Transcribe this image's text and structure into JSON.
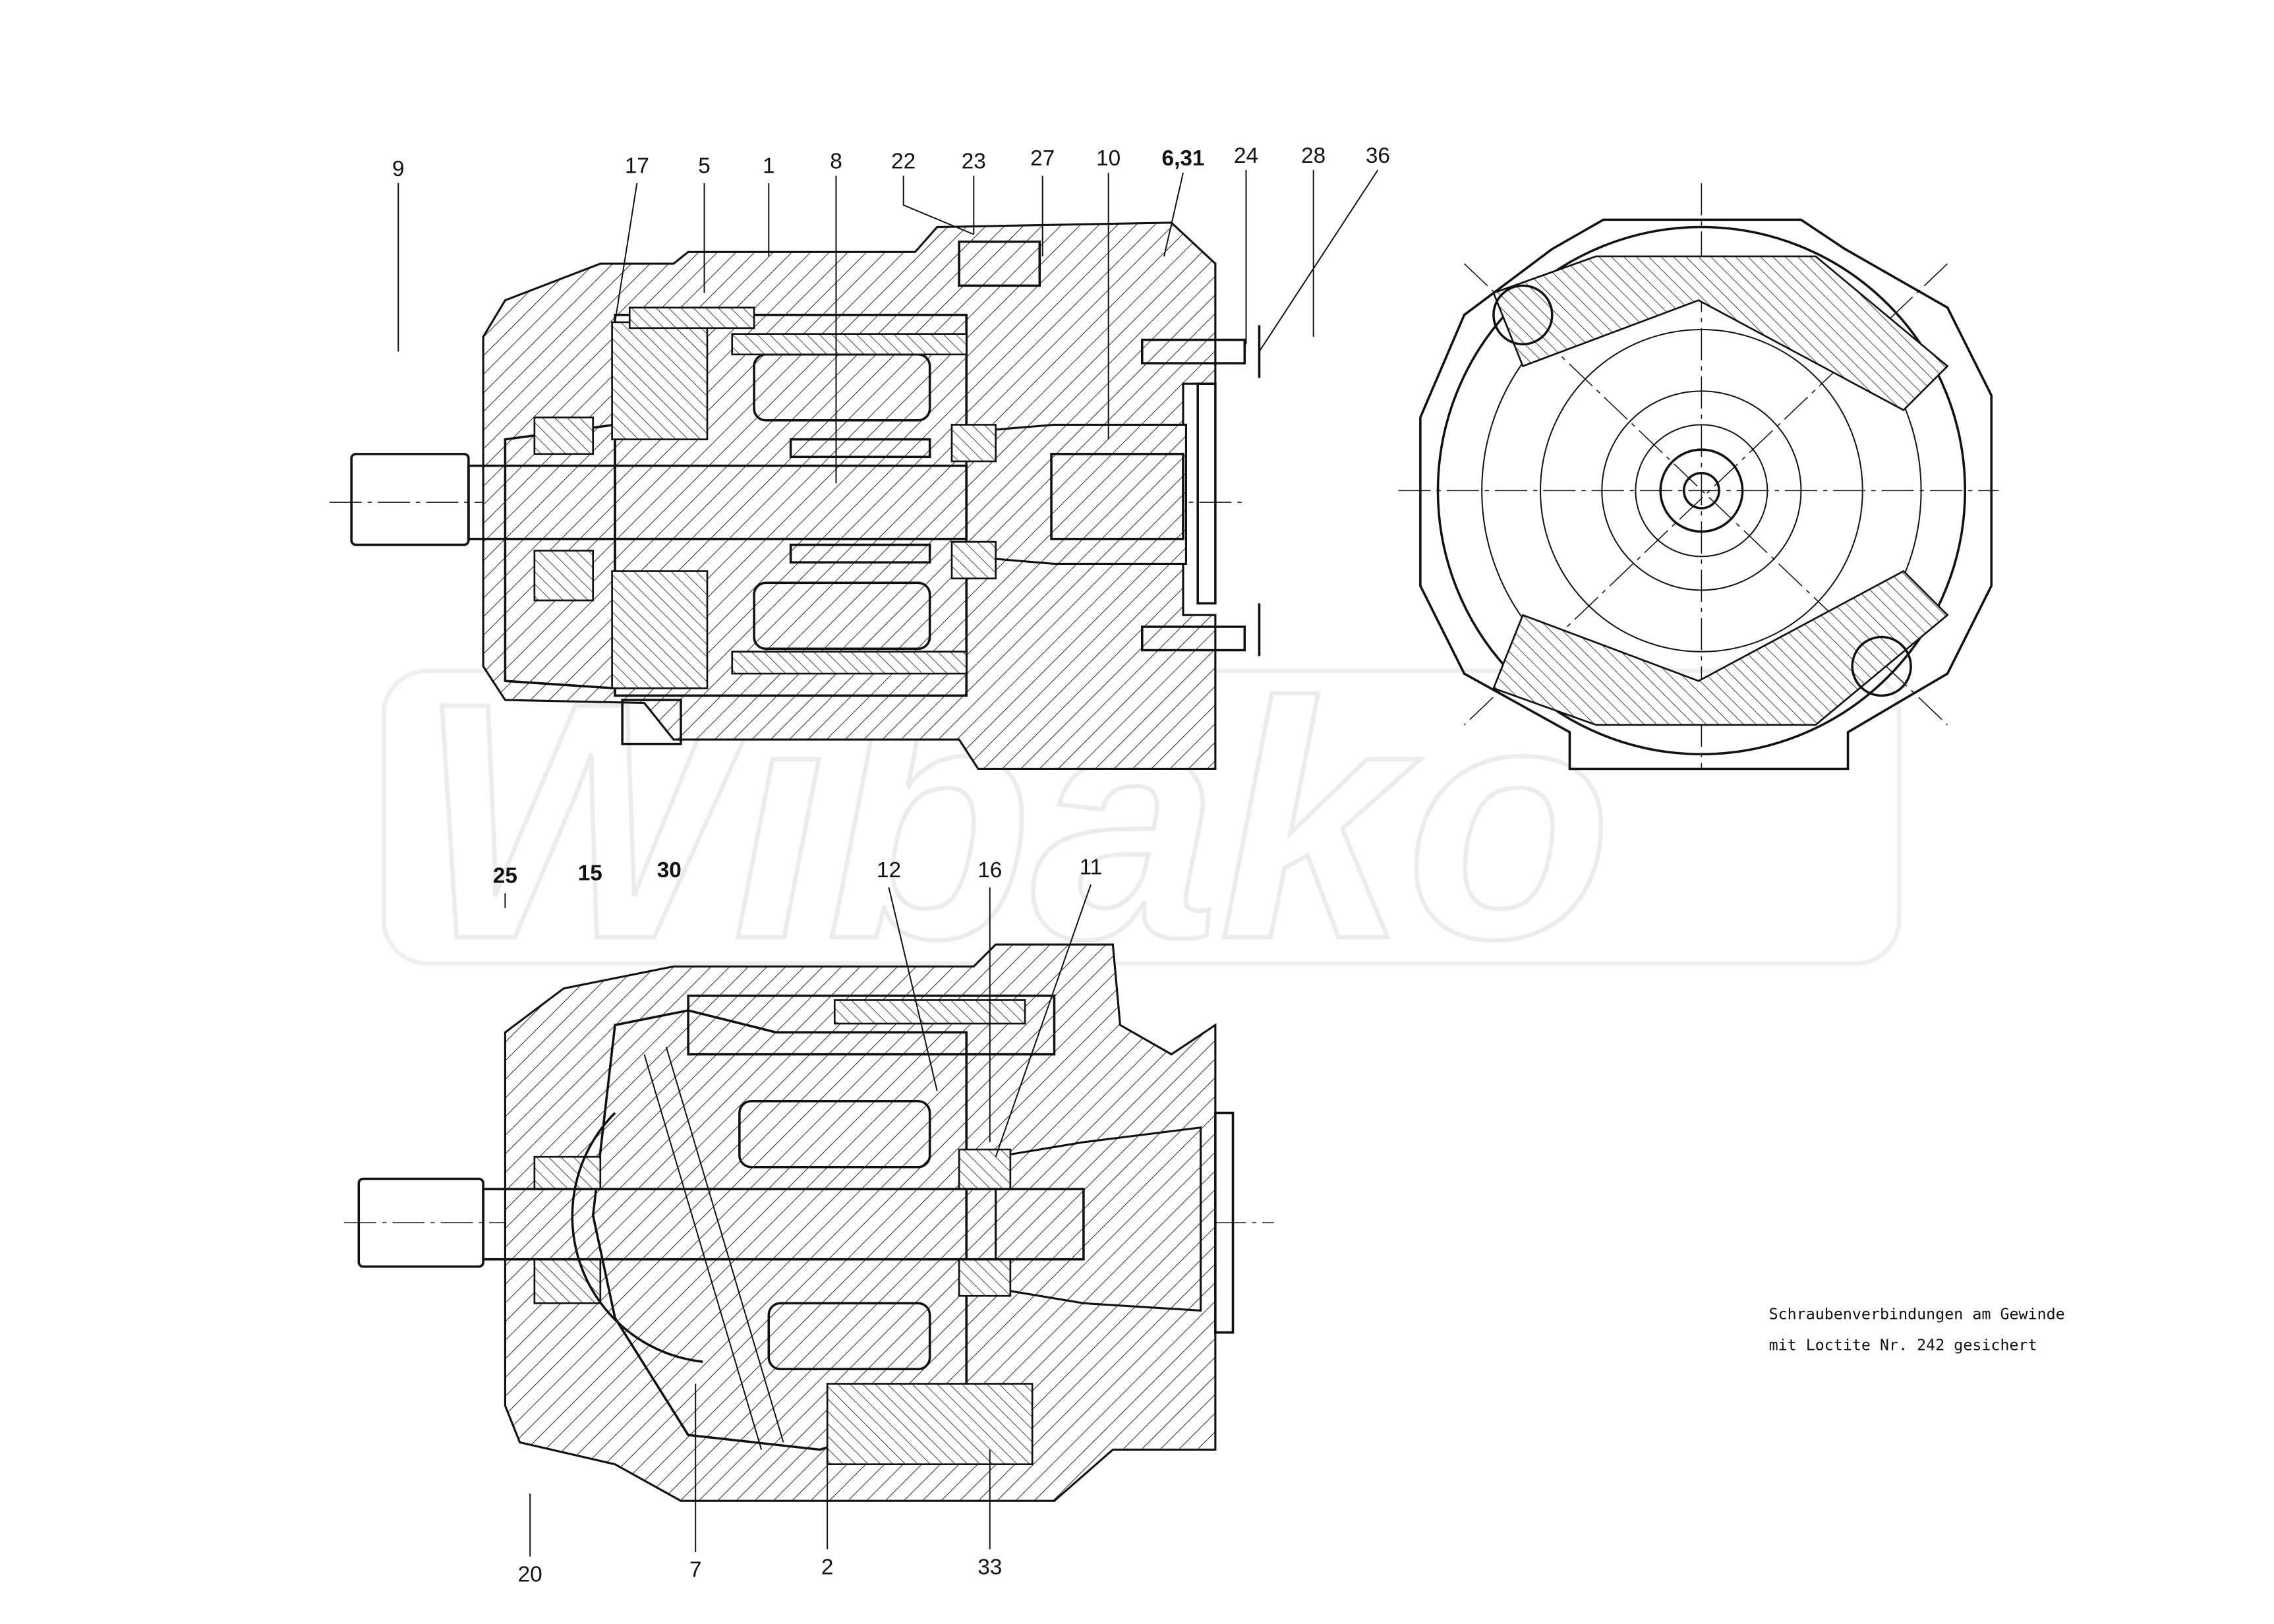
{
  "watermark": "Wibako",
  "top_view_labels": [
    "9",
    "17",
    "5",
    "1",
    "8",
    "22",
    "23",
    "27",
    "10",
    "6,31",
    "24",
    "28",
    "36"
  ],
  "bottom_view_labels_top": [
    "25",
    "15",
    "30",
    "12",
    "16",
    "11"
  ],
  "bottom_view_labels_bottom": [
    "20",
    "7",
    "2",
    "33"
  ],
  "note": {
    "line1": "Schraubenverbindungen am Gewinde",
    "line2": "mit Loctite Nr. 242 gesichert"
  }
}
